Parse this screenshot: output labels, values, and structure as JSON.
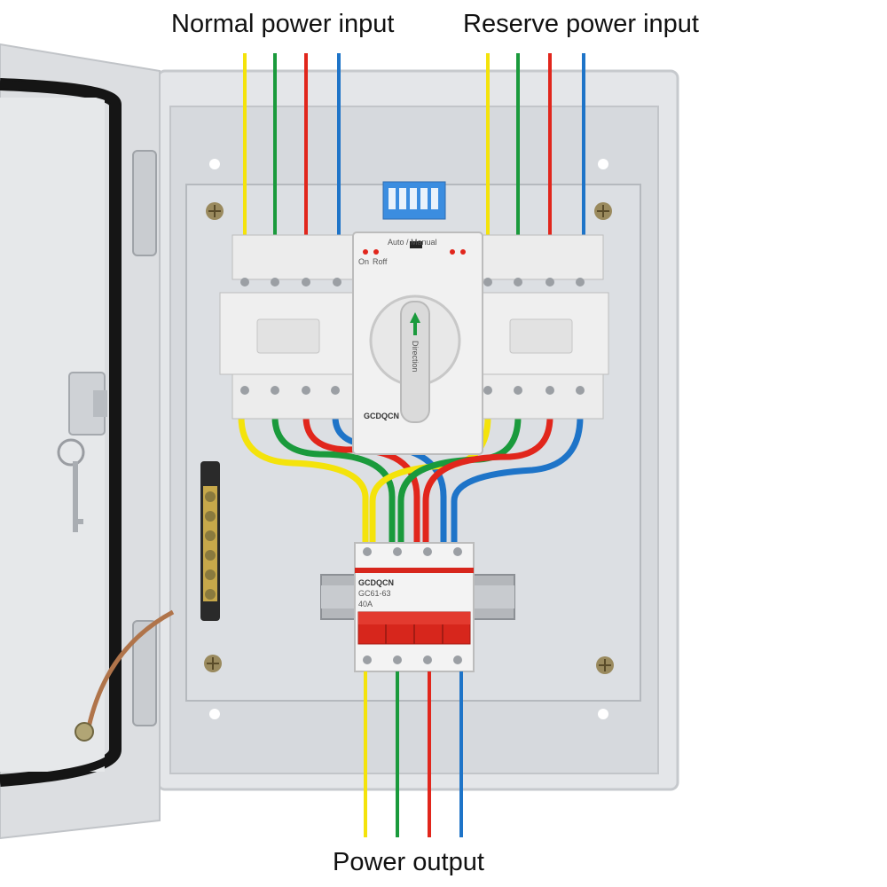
{
  "labels": {
    "normal_input": "Normal power input",
    "reserve_input": "Reserve power input",
    "power_output": "Power output"
  },
  "ats_switch": {
    "mode_label": "Auto / Manual",
    "on_label": "On",
    "off_label": "Roff",
    "knob_text": "Direction",
    "brand": "GCDQCN"
  },
  "breaker": {
    "brand": "GCDQCN",
    "model": "GC61-63",
    "rating": "40A"
  },
  "wire_colors": {
    "yellow": "#f4e30b",
    "green": "#1a9a3c",
    "red": "#e1261c",
    "blue": "#1e74c8"
  }
}
